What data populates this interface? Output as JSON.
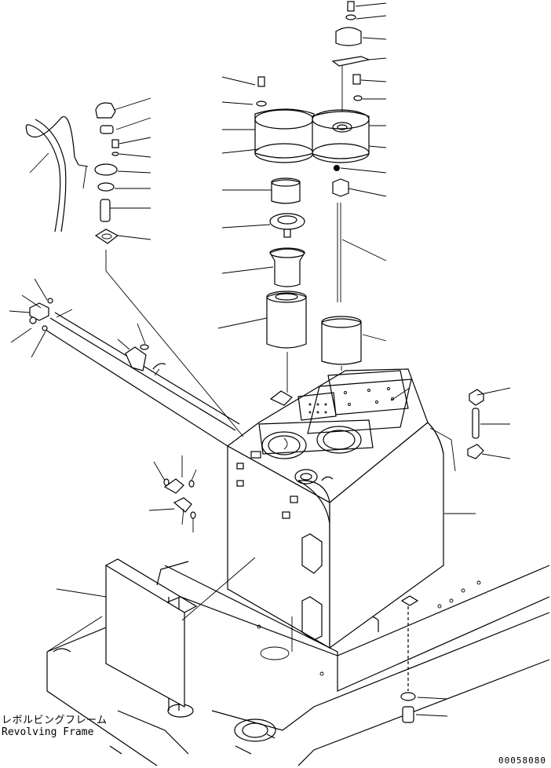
{
  "labels": {
    "frame_ja": "レボルビングフレーム",
    "frame_en": "Revolving Frame"
  },
  "drawing_number": "00058080"
}
